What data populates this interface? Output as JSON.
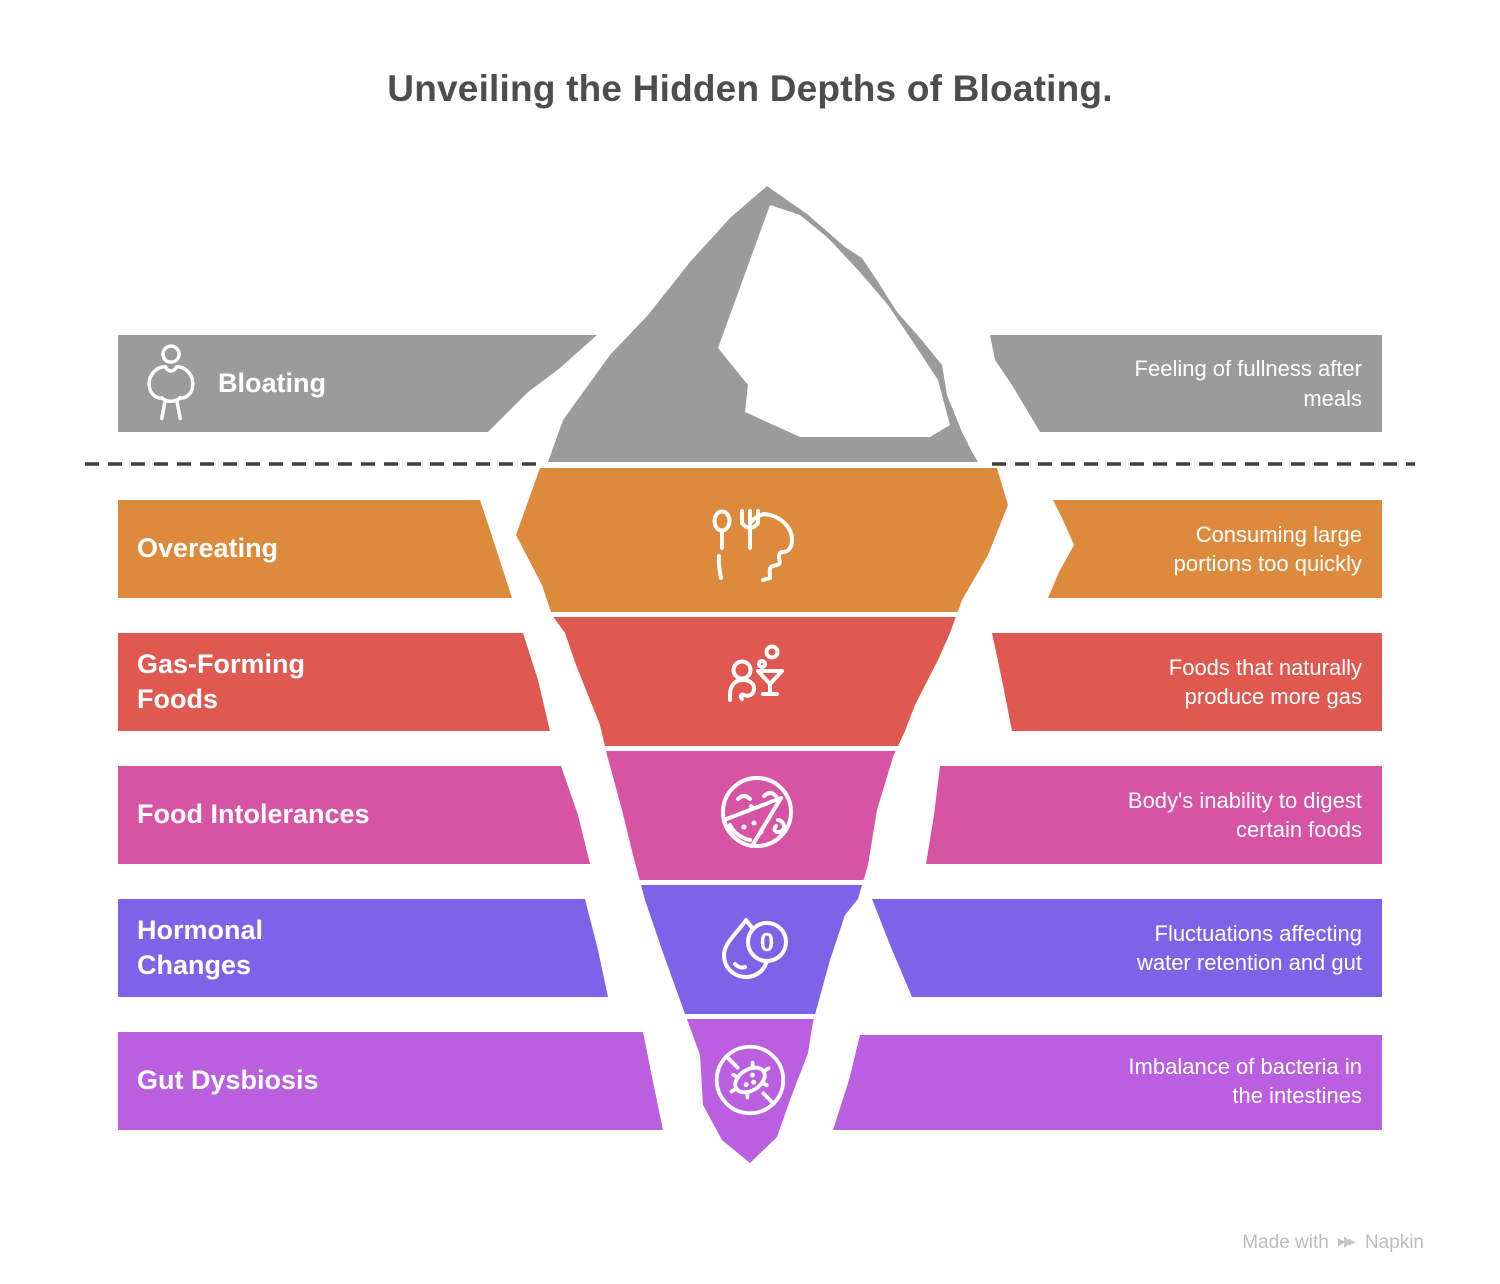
{
  "title": "Unveiling the Hidden Depths of Bloating.",
  "colors": {
    "gray": "#9B9B9B",
    "orange": "#DD8A3D",
    "red": "#DF5950",
    "pink": "#D754A4",
    "purple": "#7D63E8",
    "violet": "#BA5FDF",
    "title_text": "#4D4D4D",
    "band_text": "#FFFFFF",
    "icon_stroke": "#FFFFFF",
    "waterline": "#3F3F3F",
    "watermark": "#BDBDBD",
    "page_background": "#FFFFFF"
  },
  "rows": [
    {
      "id": "bloating",
      "label": "Bloating",
      "description": "Feeling of fullness after\nmeals",
      "color_key": "gray",
      "icon": "bloated-person-icon"
    },
    {
      "id": "overeating",
      "label": "Overeating",
      "description": "Consuming large\nportions too quickly",
      "color_key": "orange",
      "icon": "eating-head-icon"
    },
    {
      "id": "gas-forming-foods",
      "label": "Gas-Forming\nFoods",
      "description": "Foods that naturally\nproduce more gas",
      "color_key": "red",
      "icon": "person-drink-icon"
    },
    {
      "id": "food-intolerances",
      "label": "Food Intolerances",
      "description": "Body's inability to digest\ncertain foods",
      "color_key": "pink",
      "icon": "smiley-watermelon-icon"
    },
    {
      "id": "hormonal-changes",
      "label": "Hormonal\nChanges",
      "description": "Fluctuations affecting\nwater retention and gut",
      "color_key": "purple",
      "icon": "droplet-zero-icon"
    },
    {
      "id": "gut-dysbiosis",
      "label": "Gut Dysbiosis",
      "description": "Imbalance of bacteria in\nthe intestines",
      "color_key": "violet",
      "icon": "no-bacteria-icon"
    }
  ],
  "droplet_icon_text": "0",
  "watermark": {
    "prefix": "Made with",
    "brand": "Napkin"
  }
}
